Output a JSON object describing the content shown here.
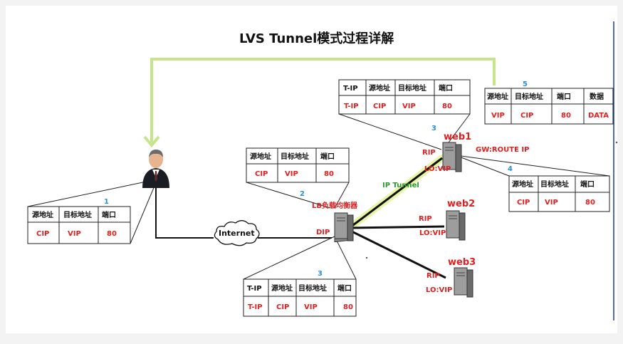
{
  "title": "LVS Tunnel模式过程详解",
  "steps": {
    "s1": "1",
    "s2": "2",
    "s3a": "3",
    "s3b": "3",
    "s4": "4",
    "s5": "5"
  },
  "headers": {
    "tip": "T-IP",
    "src": "源地址",
    "dst": "目标地址",
    "port": "端口",
    "data": "数据"
  },
  "values": {
    "tip": "T-IP",
    "cip": "CIP",
    "vip": "VIP",
    "port": "80",
    "data": "DATA"
  },
  "network": {
    "internet": "Internet",
    "tunnel": "IP Tunnel"
  },
  "lb": {
    "name": "LB负载均衡器",
    "dip": "DIP"
  },
  "servers": {
    "web1": {
      "name": "web1",
      "rip": "RIP",
      "lo": "LO:VIP",
      "gw": "GW:ROUTE IP"
    },
    "web2": {
      "name": "web2",
      "rip": "RIP",
      "lo": "LO:VIP"
    },
    "web3": {
      "name": "web3",
      "rip": "RIP",
      "lo": "LO:VIP"
    }
  },
  "colors": {
    "return_arrow": "#c6e58a",
    "tunnel": "#e9f5a6",
    "red_text": "#e02020",
    "step_text": "#2b8fd6"
  }
}
